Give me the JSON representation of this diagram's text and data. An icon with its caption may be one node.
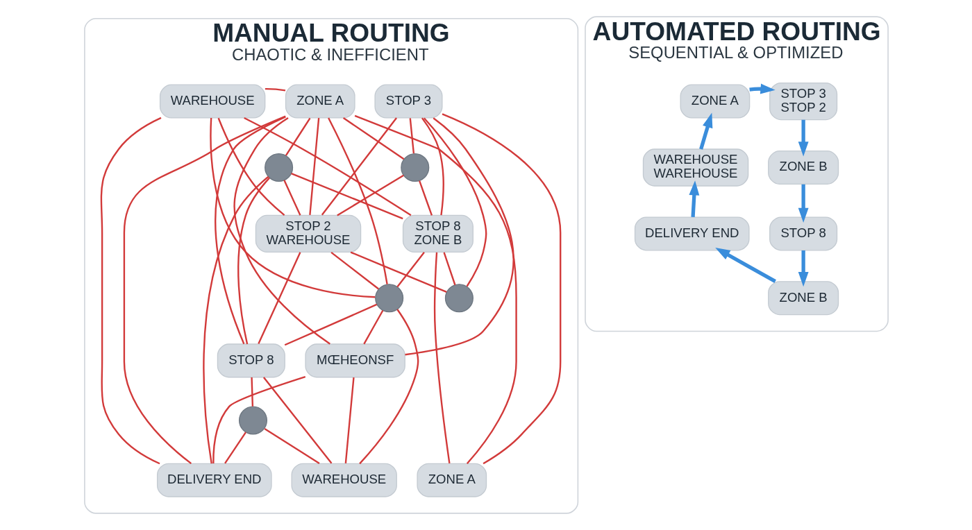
{
  "diagram": {
    "nodes": [
      {
        "text": [
          "MANUAL ROUTING",
          "CHAOTIC & INEFFICIENT"
        ]
      },
      {
        "text": [
          "WAREHOUSE"
        ],
        "in": 0
      },
      {
        "text": [
          "ZONE A"
        ],
        "in": 0
      },
      {
        "text": [
          "STOP 3"
        ],
        "in": 0
      },
      {
        "text": [],
        "shape": "circle",
        "in": 0
      },
      {
        "text": [],
        "shape": "circle",
        "in": 0
      },
      {
        "text": [
          "STOP 2",
          "WAREHOUSE"
        ],
        "in": 0
      },
      {
        "text": [
          "STOP 8",
          "ZONE B"
        ],
        "in": 0
      },
      {
        "text": [],
        "shape": "circle",
        "in": 0
      },
      {
        "text": [],
        "shape": "circle",
        "in": 0
      },
      {
        "text": [
          "MŒHEONSF"
        ],
        "in": 0
      },
      {
        "text": [
          "STOP 8"
        ],
        "in": 0
      },
      {
        "text": [],
        "shape": "circle",
        "in": 0
      },
      {
        "text": [
          "WAREHOUSE"
        ],
        "in": 0
      },
      {
        "text": [
          "ZONE A"
        ],
        "in": 0
      },
      {
        "text": [
          "DELIVERY END"
        ],
        "in": 0
      },
      {
        "text": [
          "AUTOMATED ROUTING",
          "SEQUENTIAL & OPTIMIZED"
        ]
      },
      {
        "text": [
          "ZONE A"
        ],
        "in": 16
      },
      {
        "text": [
          "STOP 3",
          "STOP 2"
        ],
        "in": 16
      },
      {
        "text": [
          "WAREHOUSE",
          "WAREHOUSE"
        ],
        "in": 16
      },
      {
        "text": [
          "ZONE B"
        ],
        "in": 16
      },
      {
        "text": [
          "DELIVERY END"
        ],
        "in": 16
      },
      {
        "text": [
          "STOP 8"
        ],
        "in": 16
      },
      {
        "text": [
          "ZONE B"
        ],
        "in": 16
      }
    ],
    "edges": [
      {
        "from": 1,
        "to": 2,
        "arrow": "none"
      },
      {
        "from": 1,
        "to": 6,
        "arrow": "none"
      },
      {
        "from": 1,
        "to": 7,
        "arrow": "none"
      },
      {
        "from": 1,
        "to": 8,
        "arrow": "none"
      },
      {
        "from": 1,
        "to": 15,
        "arrow": "none"
      },
      {
        "from": 2,
        "to": 4,
        "arrow": "none"
      },
      {
        "from": 2,
        "to": 5,
        "arrow": "none"
      },
      {
        "from": 2,
        "to": 6,
        "arrow": "none"
      },
      {
        "from": 2,
        "to": 8,
        "arrow": "none"
      },
      {
        "from": 2,
        "to": 10,
        "arrow": "none"
      },
      {
        "from": 2,
        "to": 11,
        "arrow": "none"
      },
      {
        "from": 2,
        "to": 14,
        "arrow": "none"
      },
      {
        "from": 2,
        "to": 15,
        "arrow": "none"
      },
      {
        "from": 3,
        "to": 5,
        "arrow": "none"
      },
      {
        "from": 3,
        "to": 6,
        "arrow": "none"
      },
      {
        "from": 3,
        "to": 7,
        "arrow": "none"
      },
      {
        "from": 3,
        "to": 9,
        "arrow": "none"
      },
      {
        "from": 3,
        "to": 10,
        "arrow": "none"
      },
      {
        "from": 3,
        "to": 14,
        "arrow": "none"
      },
      {
        "from": 4,
        "to": 6,
        "arrow": "none"
      },
      {
        "from": 4,
        "to": 7,
        "arrow": "none"
      },
      {
        "from": 4,
        "to": 11,
        "arrow": "none"
      },
      {
        "from": 4,
        "to": 15,
        "arrow": "none"
      },
      {
        "from": 5,
        "to": 6,
        "arrow": "none"
      },
      {
        "from": 5,
        "to": 7,
        "arrow": "none"
      },
      {
        "from": 6,
        "to": 8,
        "arrow": "none"
      },
      {
        "from": 6,
        "to": 9,
        "arrow": "none"
      },
      {
        "from": 6,
        "to": 11,
        "arrow": "none"
      },
      {
        "from": 7,
        "to": 8,
        "arrow": "none"
      },
      {
        "from": 7,
        "to": 9,
        "arrow": "none"
      },
      {
        "from": 7,
        "to": 14,
        "arrow": "none"
      },
      {
        "from": 8,
        "to": 10,
        "arrow": "none"
      },
      {
        "from": 8,
        "to": 11,
        "arrow": "none"
      },
      {
        "from": 8,
        "to": 13,
        "arrow": "none"
      },
      {
        "from": 10,
        "to": 13,
        "arrow": "none"
      },
      {
        "from": 10,
        "to": 15,
        "arrow": "none"
      },
      {
        "from": 11,
        "to": 12,
        "arrow": "none"
      },
      {
        "from": 11,
        "to": 13,
        "arrow": "none"
      },
      {
        "from": 12,
        "to": 13,
        "arrow": "none"
      },
      {
        "from": 12,
        "to": 15,
        "arrow": "none"
      },
      {
        "from": 19,
        "to": 17,
        "arrow": "to",
        "style": "thick",
        "color": "#3a8ddb"
      },
      {
        "from": 17,
        "to": 18,
        "arrow": "to",
        "style": "thick",
        "color": "#3a8ddb"
      },
      {
        "from": 18,
        "to": 20,
        "arrow": "to",
        "style": "thick",
        "color": "#3a8ddb"
      },
      {
        "from": 20,
        "to": 22,
        "arrow": "to",
        "style": "thick",
        "color": "#3a8ddb"
      },
      {
        "from": 22,
        "to": 23,
        "arrow": "to",
        "style": "thick",
        "color": "#3a8ddb"
      },
      {
        "from": 23,
        "to": 21,
        "arrow": "to",
        "style": "thick",
        "color": "#3a8ddb"
      },
      {
        "from": 21,
        "to": 19,
        "arrow": "to",
        "style": "thick",
        "color": "#3a8ddb"
      }
    ]
  }
}
